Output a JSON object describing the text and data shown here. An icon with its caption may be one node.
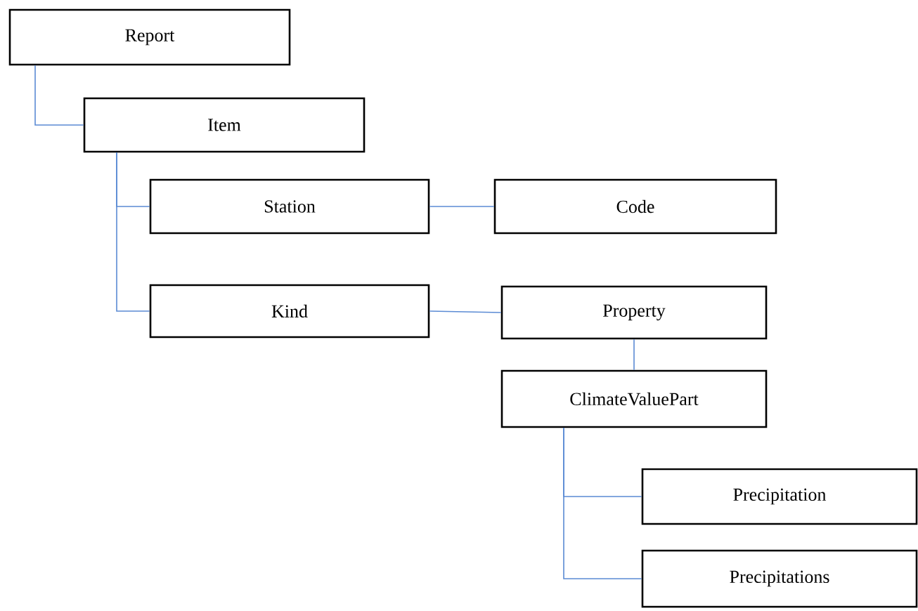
{
  "diagram": {
    "nodes": [
      {
        "text": [
          "Report"
        ]
      },
      {
        "text": [
          "Item"
        ]
      },
      {
        "text": [
          "Station"
        ]
      },
      {
        "text": [
          "Code"
        ]
      },
      {
        "text": [
          "Kind"
        ]
      },
      {
        "text": [
          "Property"
        ]
      },
      {
        "text": [
          "ClimateValuePart"
        ]
      },
      {
        "text": [
          "Precipitation"
        ]
      },
      {
        "text": [
          "Precipitations"
        ]
      }
    ],
    "edges": [
      {
        "from": 0,
        "to": 1,
        "arrow": "none"
      },
      {
        "from": 1,
        "to": 2,
        "arrow": "none"
      },
      {
        "from": 1,
        "to": 4,
        "arrow": "none"
      },
      {
        "from": 2,
        "to": 3,
        "arrow": "none"
      },
      {
        "from": 4,
        "to": 5,
        "arrow": "none"
      },
      {
        "from": 5,
        "to": 6,
        "arrow": "none"
      },
      {
        "from": 6,
        "to": 7,
        "arrow": "none"
      },
      {
        "from": 6,
        "to": 8,
        "arrow": "none"
      }
    ]
  }
}
